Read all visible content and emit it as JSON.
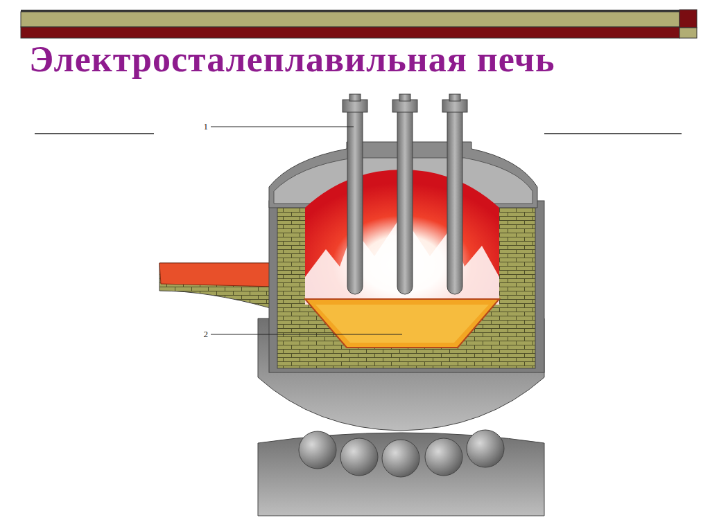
{
  "diagram": {
    "title": "Электросталеплавильная печь",
    "labels": [
      "1",
      "2"
    ]
  }
}
